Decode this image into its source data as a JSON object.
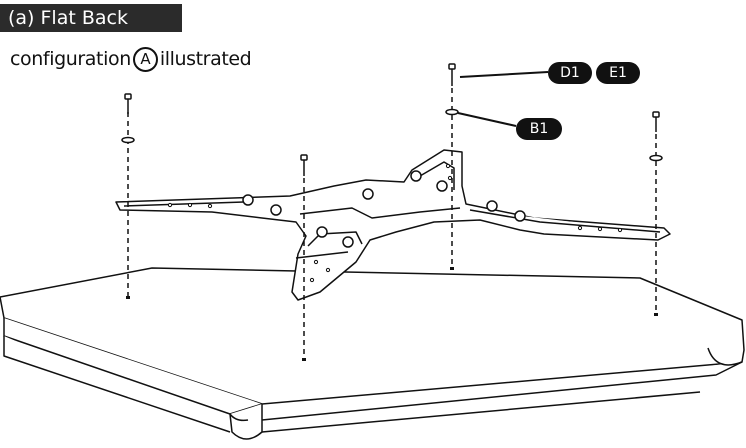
{
  "header": {
    "title": "(a) Flat Back",
    "config_prefix": "configuration",
    "config_letter": "A",
    "config_suffix": "illustrated"
  },
  "callouts": {
    "d1": "D1",
    "e1": "E1",
    "b1": "B1"
  },
  "colors": {
    "title_background": "#2b2b2b",
    "callout_background": "#111111",
    "line_art": "#111111"
  }
}
